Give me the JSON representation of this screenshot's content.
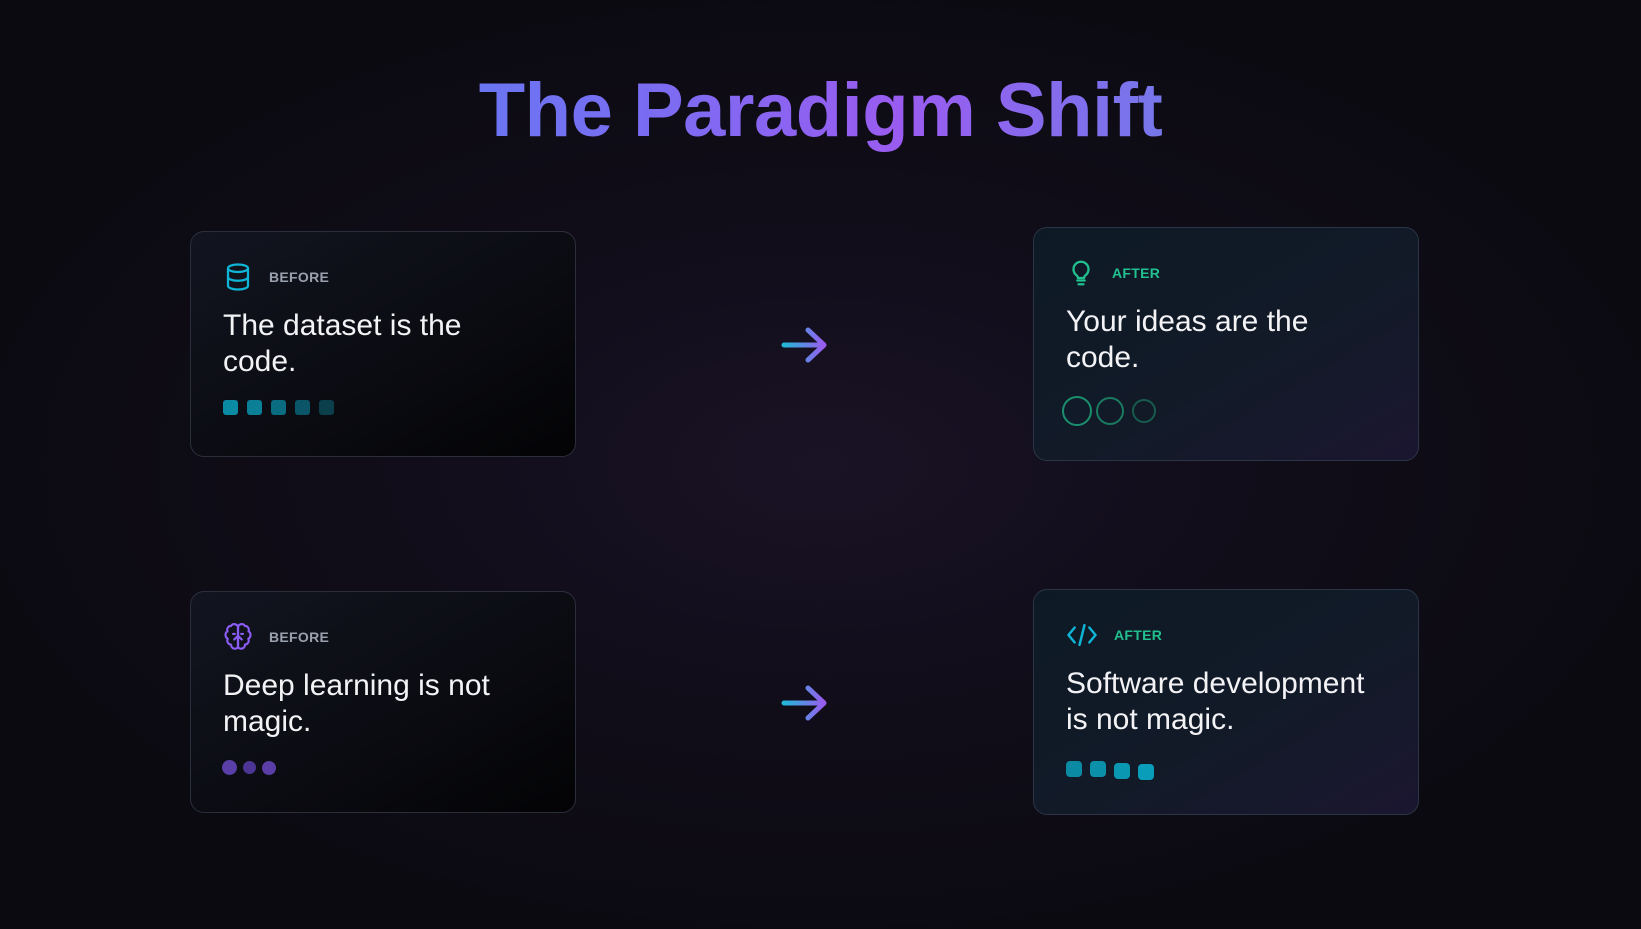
{
  "title": "The Paradigm Shift",
  "comparisons": [
    {
      "before": {
        "tag": "BEFORE",
        "icon": "database-icon",
        "text": "The dataset is the code."
      },
      "after": {
        "tag": "AFTER",
        "icon": "lightbulb-icon",
        "text": "Your ideas are the code."
      }
    },
    {
      "before": {
        "tag": "BEFORE",
        "icon": "brain-icon",
        "text": "Deep learning is not magic."
      },
      "after": {
        "tag": "AFTER",
        "icon": "code-icon",
        "text": "Software development is not magic."
      }
    }
  ],
  "colors": {
    "accent_cyan": "#0aa6c4",
    "accent_green": "#22c08e",
    "accent_purple": "#8b5cf6",
    "title_gradient": [
      "#3b8ff0",
      "#9a5cf0",
      "#5690d8"
    ]
  }
}
